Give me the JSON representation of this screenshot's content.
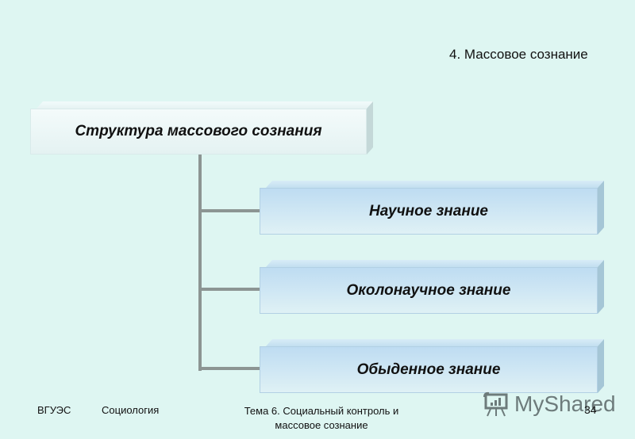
{
  "slide": {
    "section_title": "4. Массовое сознание",
    "root": {
      "label": "Структура массового сознания"
    },
    "children": [
      {
        "label": "Научное знание"
      },
      {
        "label": "Околонаучное знание"
      },
      {
        "label": "Обыденное знание"
      }
    ]
  },
  "footer": {
    "org": "ВГУЭС",
    "subject": "Социология",
    "topic_line1": "Тема 6. Социальный контроль и",
    "topic_line2": "массовое сознание",
    "page_number": "34"
  },
  "watermark": {
    "text": "MyShared",
    "icon": "presentation-board-icon"
  },
  "colors": {
    "background": "#def6f2",
    "connector": "#8c9593",
    "child_box": "#c8e3f4"
  }
}
